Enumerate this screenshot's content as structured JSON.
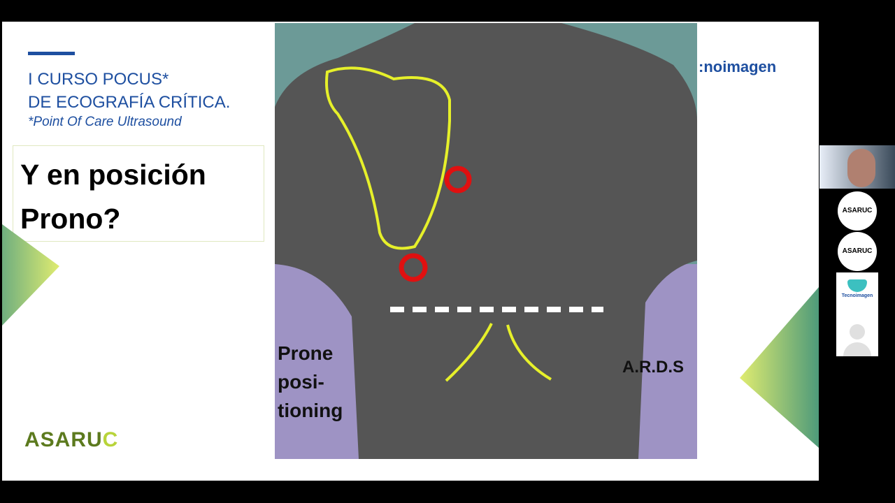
{
  "slide": {
    "course_title_1": "I CURSO POCUS*",
    "course_title_2": "DE ECOGRAFÍA CRÍTICA.",
    "subtitle": "*Point Of Care Ultrasound",
    "question_1": "Y en posición",
    "question_2": "Prono?",
    "brand": ":noimagen",
    "logo_main": "ASARU",
    "logo_accent": "C",
    "image": {
      "label_left_1": "Prone",
      "label_left_2": "posi-",
      "label_left_3": "tioning",
      "label_right": "A.R.D.S"
    },
    "colors": {
      "blue": "#1e4fa0",
      "green": "#5c7a1e",
      "lime": "#b8d43a",
      "outline": "#e6f02a",
      "marker": "#e01010"
    }
  },
  "participants": [
    {
      "name": "presenter-video"
    },
    {
      "name": "ASARUC"
    },
    {
      "name": "ASARUC"
    },
    {
      "name": "Tecnoimagen"
    },
    {
      "name": "avatar-placeholder"
    }
  ]
}
